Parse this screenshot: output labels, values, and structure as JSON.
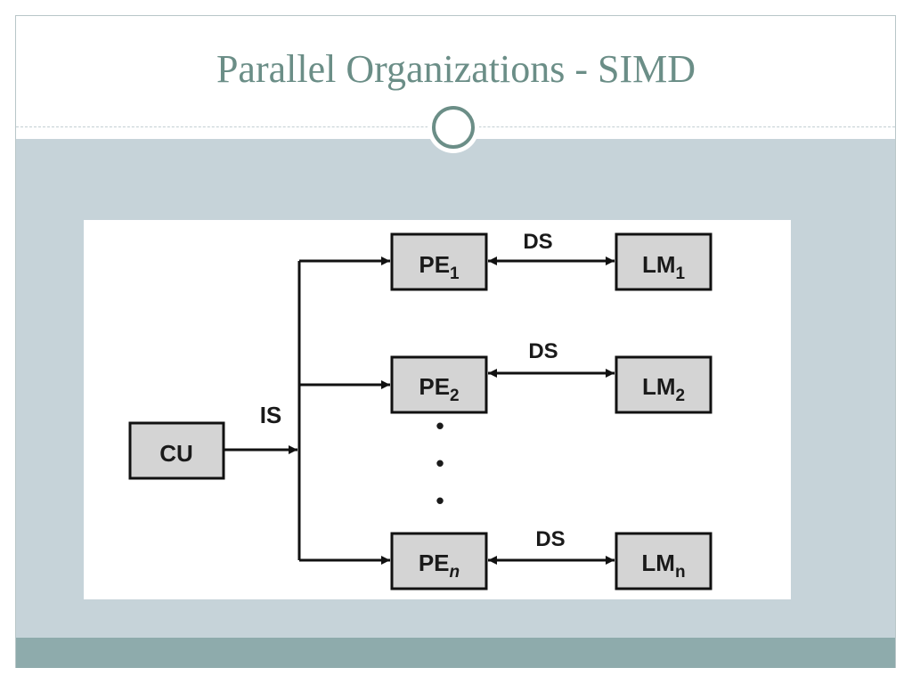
{
  "slide": {
    "title": "Parallel Organizations - SIMD"
  },
  "diagram": {
    "control_unit": {
      "label": "CU"
    },
    "instruction_stream_label": "IS",
    "ellipsis": "•",
    "processing_elements": [
      {
        "label": "PE",
        "subscript": "1",
        "subscript_italic": false,
        "stream_label": "DS",
        "memory": {
          "label": "LM",
          "subscript": "1"
        }
      },
      {
        "label": "PE",
        "subscript": "2",
        "subscript_italic": false,
        "stream_label": "DS",
        "memory": {
          "label": "LM",
          "subscript": "2"
        }
      },
      {
        "label": "PE",
        "subscript": "n",
        "subscript_italic": true,
        "stream_label": "DS",
        "memory": {
          "label": "LM",
          "subscript": "n"
        }
      }
    ],
    "colors": {
      "title": "#6b8e87",
      "content_band": "#c6d3d9",
      "footer_band": "#8eabac",
      "box_fill": "#d4d4d4",
      "line": "#111111"
    }
  }
}
